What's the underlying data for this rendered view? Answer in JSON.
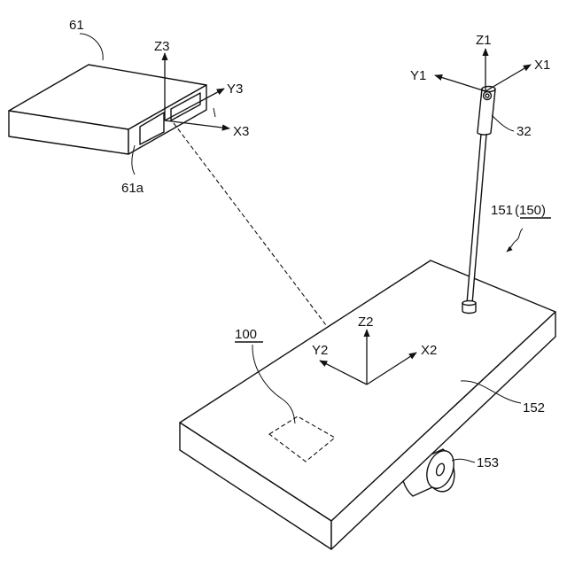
{
  "labels": {
    "unit_61": "61",
    "face_61a": "61a",
    "z3": "Z3",
    "y3": "Y3",
    "x3": "X3",
    "z1": "Z1",
    "y1": "Y1",
    "x1": "X1",
    "camera_32": "32",
    "system_151": "151",
    "system_150": "(150)",
    "target_100": "100",
    "z2": "Z2",
    "y2": "Y2",
    "x2": "X2",
    "platform_152": "152",
    "wheel_153": "153"
  }
}
